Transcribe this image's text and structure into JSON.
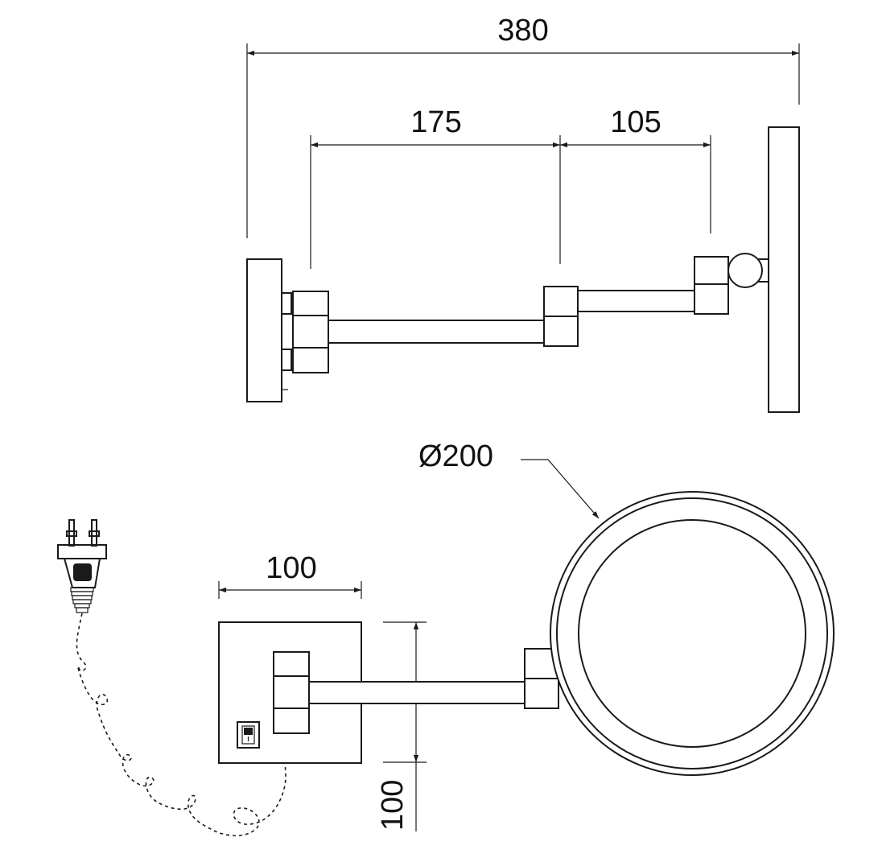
{
  "side_view": {
    "dimensions": {
      "overall": "380",
      "arm_1": "175",
      "arm_2": "105"
    }
  },
  "front_view": {
    "dimensions": {
      "mirror_diameter": "Ø200",
      "base_width": "100",
      "base_height": "100"
    }
  },
  "icons": [
    "plug-icon",
    "power-switch-icon",
    "power-cord-icon"
  ]
}
